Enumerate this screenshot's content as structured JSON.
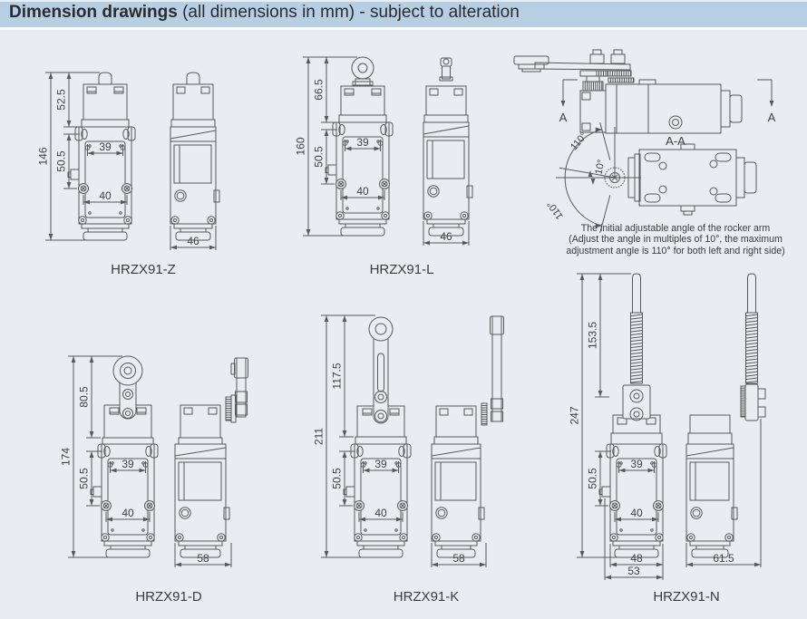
{
  "header": {
    "title_bold": "Dimension drawings",
    "title_rest": " (all dimensions in mm) - subject to alteration"
  },
  "figures": {
    "z": {
      "label": "HRZX91-Z",
      "dims": {
        "actuator_height": "52.5",
        "overall_height": "146",
        "body_span": "50.5",
        "hole_span_top": "39",
        "hole_span_bottom": "40",
        "side_width": "46"
      }
    },
    "l": {
      "label": "HRZX91-L",
      "dims": {
        "actuator_height": "66.5",
        "overall_height": "160",
        "body_span": "50.5",
        "hole_span_top": "39",
        "hole_span_bottom": "40",
        "side_width": "46"
      }
    },
    "d": {
      "label": "HRZX91-D",
      "dims": {
        "actuator_height": "80.5",
        "overall_height": "174",
        "body_span": "50.5",
        "hole_span_top": "39",
        "hole_span_bottom": "40",
        "side_width": "58"
      }
    },
    "k": {
      "label": "HRZX91-K",
      "dims": {
        "actuator_height": "117.5",
        "overall_height": "211",
        "body_span": "50.5",
        "hole_span_top": "39",
        "hole_span_bottom": "40",
        "side_width": "58"
      }
    },
    "n": {
      "label": "HRZX91-N",
      "dims": {
        "actuator_height": "153.5",
        "overall_height": "247",
        "body_span": "50.5",
        "hole_span_top": "39",
        "hole_span_bottom": "40",
        "front_width": "48",
        "front_width_outer": "53",
        "side_width": "61.5"
      }
    }
  },
  "rocker": {
    "section_label": "A-A",
    "cut_label": "A",
    "angle_upper": "110°",
    "angle_center": "10°",
    "angle_lower": "110°",
    "note_line1": "The initial adjustable angle of the rocker arm",
    "note_line2": "(Adjust the angle in multiples of 10°, the maximum",
    "note_line3": "adjustment angle is 110° for both left and right side)"
  },
  "colors": {
    "header_bg": "#b6cfe3",
    "page_bg": "#e9edf2",
    "line": "#58595b",
    "text": "#414042"
  }
}
